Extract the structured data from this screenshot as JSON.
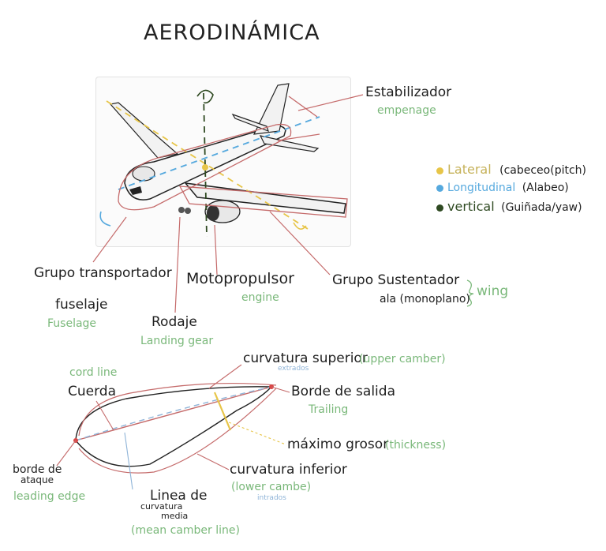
{
  "title": "AERODINÁMICA",
  "stabilizer": {
    "es": "Estabilizador",
    "en": "empenage"
  },
  "axes": [
    {
      "name": "Lateral",
      "detail": "(cabeceo(pitch)",
      "color": "#e7c548"
    },
    {
      "name": "Longitudinal",
      "detail": "(Alabeo)",
      "color": "#56a9de"
    },
    {
      "name": "vertical",
      "detail": "(Guiñada/yaw)",
      "color": "#2f4a22"
    }
  ],
  "transport": {
    "es": "Grupo transportador",
    "sub": "fuselaje",
    "en": "Fuselage"
  },
  "propulsion": {
    "es": "Motopropulsor",
    "en": "engine"
  },
  "landing": {
    "es": "Rodaje",
    "en": "Landing gear"
  },
  "lift": {
    "es": "Grupo Sustentador",
    "sub": "ala (monoplano)",
    "en": "wing"
  },
  "airfoil": {
    "upper": {
      "es": "curvatura superior",
      "en": "(upper camber)",
      "note": "extrados"
    },
    "chord": {
      "en": "cord line",
      "es": "Cuerda"
    },
    "trailing": {
      "es": "Borde de salida",
      "en": "Trailing"
    },
    "thickness": {
      "es": "máximo grosor",
      "en": "(thickness)"
    },
    "lower": {
      "es": "curvatura inferior",
      "en": "(lower cambe)",
      "note": "intrados"
    },
    "leading": {
      "es1": "borde de",
      "es2": "ataque",
      "en": "leading edge"
    },
    "mean": {
      "es1": "Linea de",
      "es2": "curvatura",
      "es3": "media",
      "en": "(mean camber line)"
    }
  }
}
